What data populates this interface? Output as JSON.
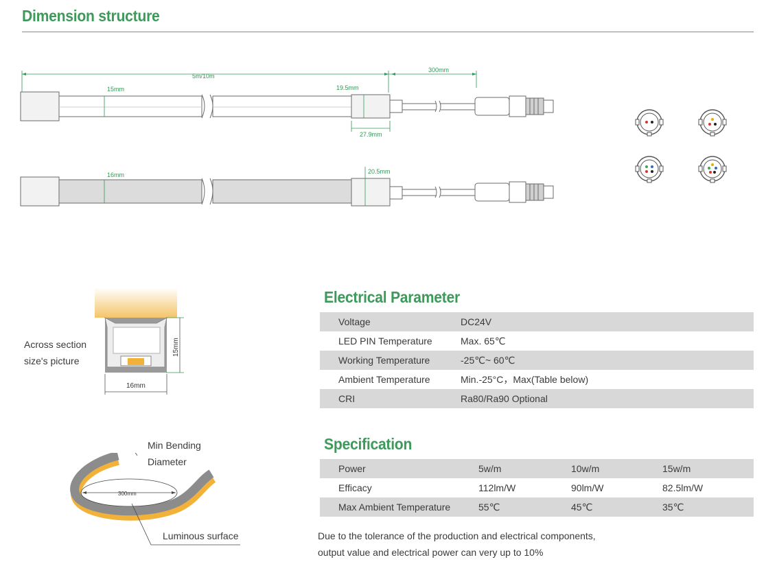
{
  "dimension": {
    "title": "Dimension structure",
    "length_label": "5m/10m",
    "cable_length_label": "300mm",
    "strip1_height_label": "15mm",
    "cap1_height_label": "19.5mm",
    "cap1_width_label": "27.9mm",
    "strip2_height_label": "16mm",
    "cap2_height_label": "20.5mm"
  },
  "cross_section": {
    "caption_line1": "Across section",
    "caption_line2": "size's picture",
    "height_label": "15mm",
    "width_label": "16mm"
  },
  "bending": {
    "title_line1": "Min Bending",
    "title_line2": "Diameter",
    "diameter_label": "300mm",
    "surface_label": "Luminous surface"
  },
  "electrical": {
    "title": "Electrical Parameter",
    "rows": [
      {
        "label": "Voltage",
        "value": "DC24V"
      },
      {
        "label": "LED PIN Temperature",
        "value": "Max. 65℃"
      },
      {
        "label": "Working Temperature",
        "value": "-25℃~ 60℃"
      },
      {
        "label": "Ambient Temperature",
        "value": "Min.-25°C，Max(Table below)"
      },
      {
        "label": "CRI",
        "value": "Ra80/Ra90 Optional"
      }
    ]
  },
  "specification": {
    "title": "Specification",
    "rows": [
      {
        "label": "Power",
        "values": [
          "5w/m",
          "10w/m",
          "15w/m"
        ]
      },
      {
        "label": "Efficacy",
        "values": [
          "112lm/W",
          "90lm/W",
          "82.5lm/W"
        ]
      },
      {
        "label": "Max Ambient Temperature",
        "values": [
          "55℃",
          "45℃",
          "35℃"
        ]
      }
    ]
  },
  "note": {
    "line1": "Due to the tolerance of the production and electrical components,",
    "line2": "output value and electrical power can very up to 10%"
  },
  "colors": {
    "accent": "#3d9a5a",
    "table_shade": "#d8d8d8",
    "strip_fill": "#dcdcdc",
    "led_glow": "#f5c468",
    "pin_red": "#d9342b",
    "pin_yellow": "#e0b100",
    "pin_green": "#3aa655",
    "pin_blue": "#2d6ac9"
  }
}
